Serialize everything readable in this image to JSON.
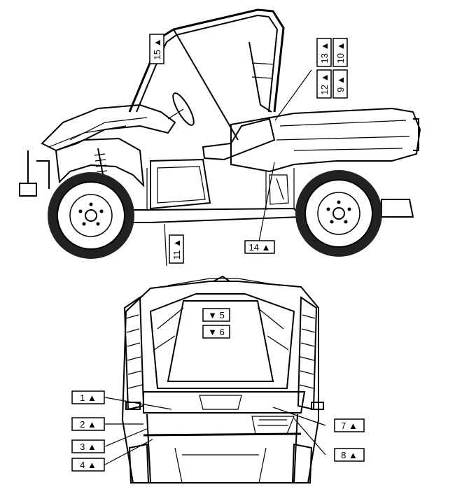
{
  "callouts": [
    {
      "id": "c1",
      "text": "1 ▲"
    },
    {
      "id": "c2",
      "text": "2 ▲"
    },
    {
      "id": "c3",
      "text": "3 ▲"
    },
    {
      "id": "c4",
      "text": "4 ▲"
    },
    {
      "id": "c5",
      "text": "▼ 5"
    },
    {
      "id": "c6",
      "text": "▼ 6"
    },
    {
      "id": "c7",
      "text": "7 ▲"
    },
    {
      "id": "c8",
      "text": "8 ▲"
    },
    {
      "id": "c9",
      "text": "9 ▲"
    },
    {
      "id": "c10",
      "text": "10 ▲"
    },
    {
      "id": "c11",
      "text": "11 ▲"
    },
    {
      "id": "c12",
      "text": "12 ▲"
    },
    {
      "id": "c13",
      "text": "13 ▲"
    },
    {
      "id": "c14",
      "text": "14 ▲"
    },
    {
      "id": "c15",
      "text": "15 ▲"
    }
  ]
}
